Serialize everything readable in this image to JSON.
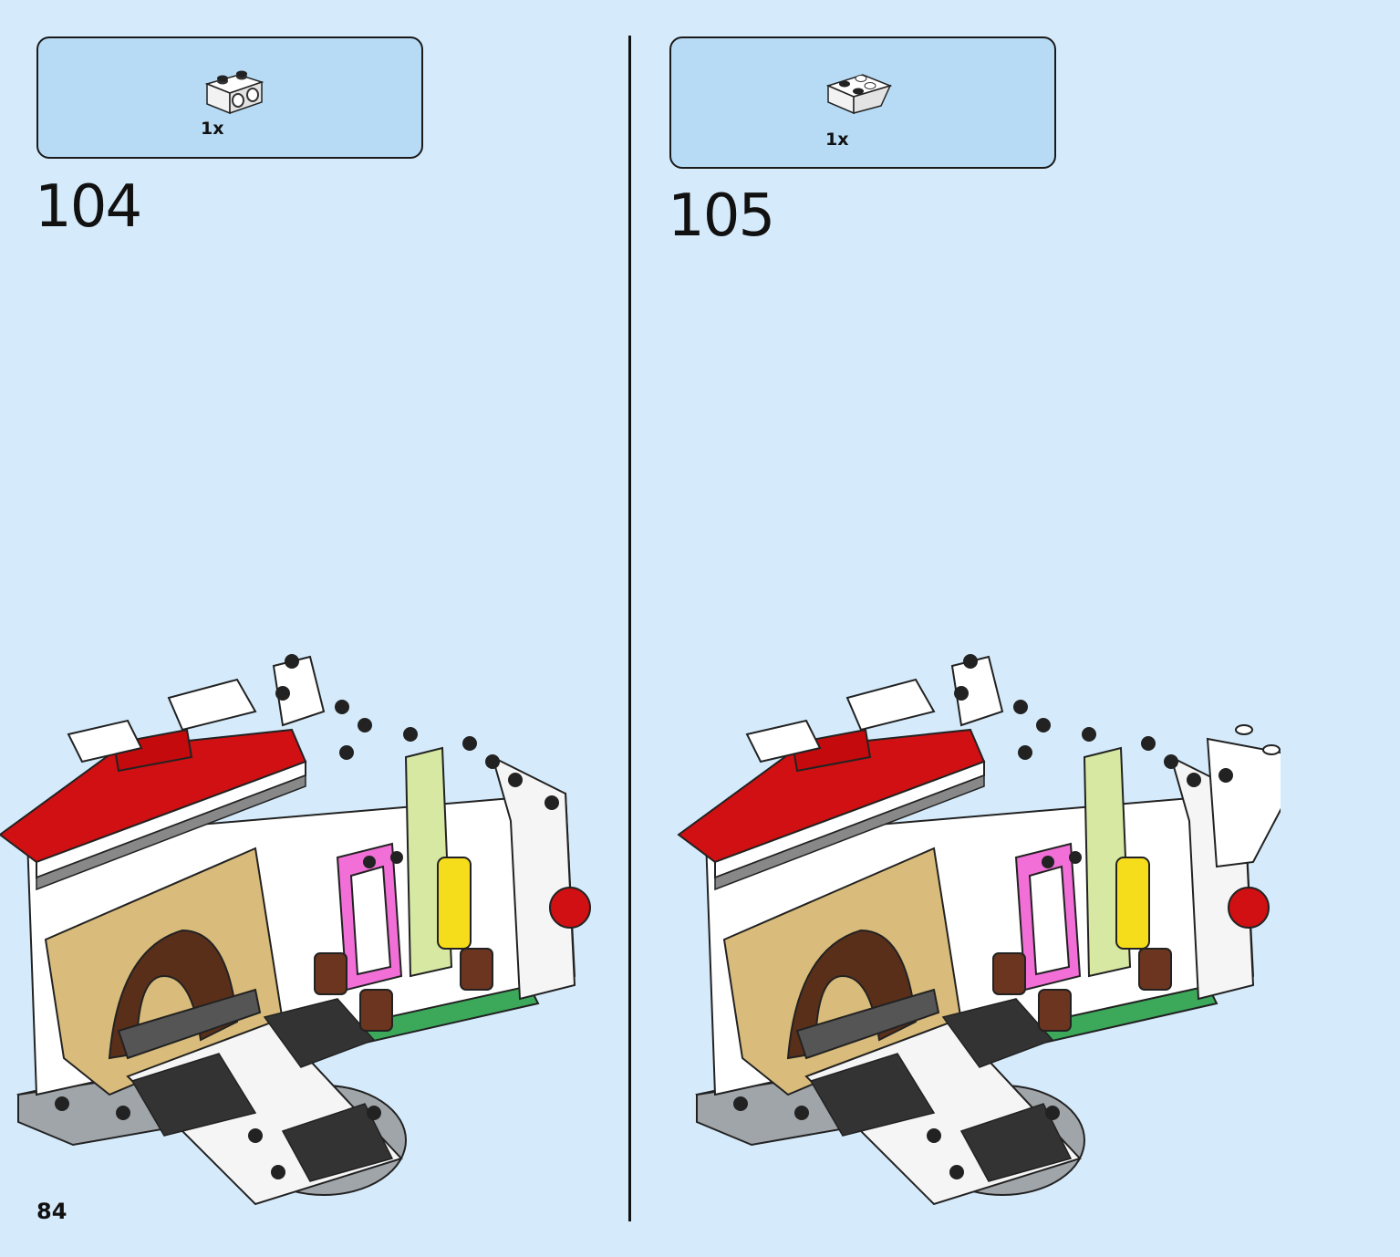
{
  "page": {
    "number": "84"
  },
  "steps": [
    {
      "number": "104",
      "parts": [
        {
          "name": "white 1x2 brick with holes",
          "qty": "1x"
        }
      ]
    },
    {
      "number": "105",
      "parts": [
        {
          "name": "white 2x2 inverted slope",
          "qty": "1x"
        }
      ]
    }
  ],
  "colors": {
    "background": "#d5ebfb",
    "parts_box": "#b7dbf5",
    "roof_red": "#d01012",
    "tan": "#d9bb7b",
    "pink": "#f16fd6",
    "yellow": "#f5dd1b",
    "green_base": "#3ca85a",
    "lime_column": "#d6e8a2",
    "brown": "#5a2f1a",
    "dark_grey": "#555555",
    "light_grey": "#a0a5a9"
  },
  "icons": [
    "lego-brick-icon",
    "inverted-slope-icon"
  ]
}
